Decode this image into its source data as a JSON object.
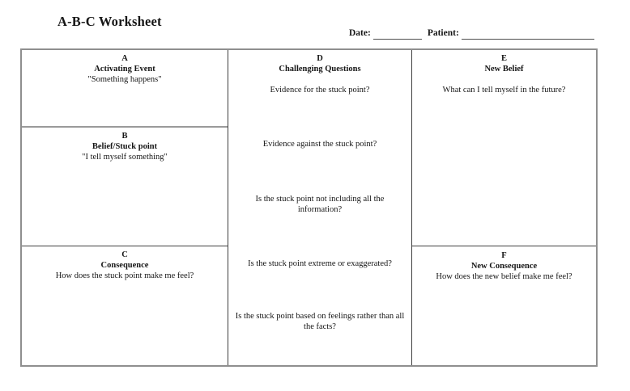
{
  "page": {
    "title": "A-B-C Worksheet"
  },
  "header_fields": {
    "date_label": "Date:",
    "patient_label": "Patient:"
  },
  "cells": {
    "a": {
      "letter": "A",
      "heading": "Activating Event",
      "subtext": "\"Something happens\""
    },
    "b": {
      "letter": "B",
      "heading": "Belief/Stuck point",
      "subtext": "\"I tell myself something\""
    },
    "c": {
      "letter": "C",
      "heading": "Consequence",
      "subtext": "How does the stuck point make me feel?"
    },
    "d": {
      "letter": "D",
      "heading": "Challenging Questions",
      "questions": [
        "Evidence for the stuck point?",
        "Evidence against the stuck point?",
        "Is the stuck point not including all the information?",
        "Is the stuck point extreme or exaggerated?",
        "Is the stuck point based on feelings rather than all the facts?"
      ]
    },
    "e": {
      "letter": "E",
      "heading": "New Belief",
      "subtext": "What can I tell myself in the future?"
    },
    "f": {
      "letter": "F",
      "heading": "New Consequence",
      "subtext": "How does the new belief make me feel?"
    }
  },
  "colors": {
    "outer_border": "#8f8f8f",
    "inner_border": "#3f3f3f",
    "light_divider": "#9a9a9a",
    "text": "#161616"
  }
}
